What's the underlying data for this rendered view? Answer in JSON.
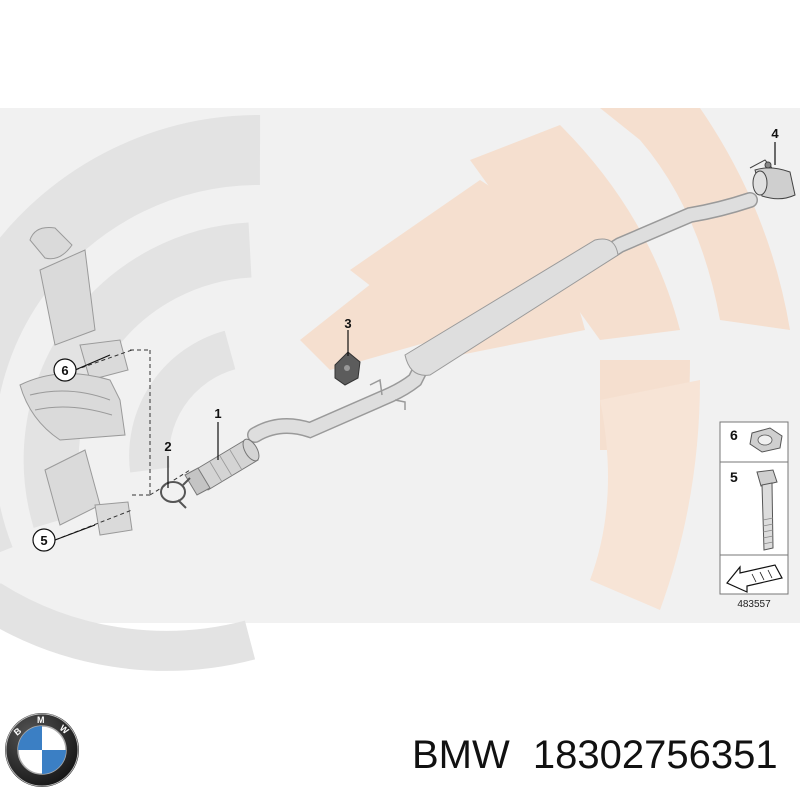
{
  "diagram": {
    "callouts": [
      {
        "id": "1",
        "label": "1"
      },
      {
        "id": "2",
        "label": "2"
      },
      {
        "id": "3",
        "label": "3"
      },
      {
        "id": "4",
        "label": "4"
      },
      {
        "id": "5",
        "label": "5"
      },
      {
        "id": "6",
        "label": "6"
      }
    ],
    "legend": [
      {
        "label": "6",
        "icon": "flange-nut-icon"
      },
      {
        "label": "5",
        "icon": "hex-bolt-icon"
      }
    ],
    "reference_number": "483557",
    "watermark_color": "#f5ddcb",
    "watermark_gray": "#e8e8e8",
    "part_color": "#d9d9d9"
  },
  "footer": {
    "brand": "BMW",
    "part_number": "18302756351",
    "logo_lettering": "BMW"
  }
}
